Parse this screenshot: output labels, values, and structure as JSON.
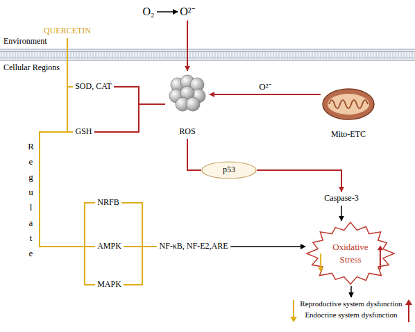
{
  "diagram": {
    "nodes": [
      {
        "text": [
          "QUERCETIN"
        ]
      },
      {
        "text": [
          "O₂"
        ]
      },
      {
        "text": [
          "O²⁻"
        ]
      },
      {
        "text": [
          "ROS"
        ]
      },
      {
        "text": [
          "Mito-ETC"
        ]
      },
      {
        "text": [
          "SOD, CAT"
        ]
      },
      {
        "text": [
          "GSH"
        ]
      },
      {
        "text": [
          "p53"
        ]
      },
      {
        "text": [
          "Caspase-3"
        ]
      },
      {
        "text": [
          "NRFB"
        ]
      },
      {
        "text": [
          "AMPK"
        ]
      },
      {
        "text": [
          "MAPK"
        ]
      },
      {
        "text": [
          "NF-κB, NF-E2,ARE"
        ]
      },
      {
        "text": [
          "Oxidative Stress"
        ]
      },
      {
        "text": [
          "Reproductive system dysfunction",
          "Endocrine system dysfunction"
        ]
      }
    ],
    "edges": [
      {
        "from": 0,
        "to": 5,
        "arrow": "none"
      },
      {
        "from": 0,
        "to": 6,
        "arrow": "none"
      },
      {
        "from": 0,
        "to": 9,
        "arrow": "none"
      },
      {
        "from": 0,
        "to": 10,
        "arrow": "none"
      },
      {
        "from": 0,
        "to": 11,
        "arrow": "none"
      },
      {
        "from": 1,
        "to": 2,
        "arrow": "to"
      },
      {
        "from": 2,
        "to": 3,
        "arrow": "to"
      },
      {
        "from": 4,
        "to": 3,
        "label": "O²⁻",
        "arrow": "to"
      },
      {
        "from": 5,
        "to": 3,
        "arrow": "none"
      },
      {
        "from": 6,
        "to": 3,
        "arrow": "none"
      },
      {
        "from": 3,
        "to": 7,
        "arrow": "none"
      },
      {
        "from": 7,
        "to": 8,
        "arrow": "to"
      },
      {
        "from": 8,
        "to": 13,
        "arrow": "to"
      },
      {
        "from": 9,
        "to": 12,
        "arrow": "none"
      },
      {
        "from": 10,
        "to": 12,
        "arrow": "none"
      },
      {
        "from": 11,
        "to": 12,
        "arrow": "none"
      },
      {
        "from": 12,
        "to": 13,
        "arrow": "to"
      },
      {
        "from": 13,
        "to": 14,
        "arrow": "to"
      }
    ],
    "labels": [
      "Environment",
      "Cellular Regions",
      "Regulate"
    ]
  }
}
